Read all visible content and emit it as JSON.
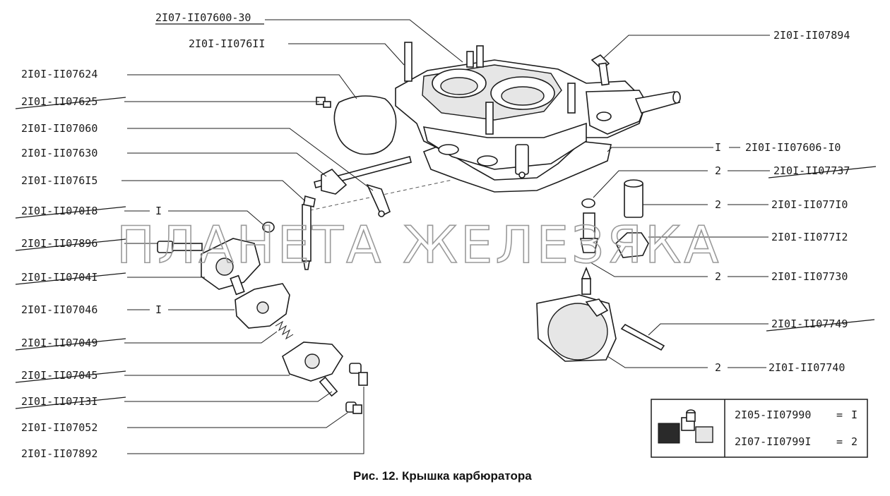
{
  "watermark": "ПЛАНЕТА ЖЕЛЕЗЯКА",
  "caption": "Рис. 12. Крышка карбюратора",
  "labels_left": [
    {
      "code": "2I07-II07600-30",
      "qty": "",
      "struck": false,
      "underlined": true
    },
    {
      "code": "2I0I-II076II",
      "qty": "",
      "struck": false,
      "underlined": false
    },
    {
      "code": "2I0I-II07624",
      "qty": "",
      "struck": false,
      "underlined": false
    },
    {
      "code": "2I0I-II07625",
      "qty": "",
      "struck": true,
      "underlined": false
    },
    {
      "code": "2I0I-II07060",
      "qty": "",
      "struck": false,
      "underlined": false
    },
    {
      "code": "2I0I-II07630",
      "qty": "",
      "struck": false,
      "underlined": false
    },
    {
      "code": "2I0I-II076I5",
      "qty": "",
      "struck": false,
      "underlined": false
    },
    {
      "code": "2I0I-II070I8",
      "qty": "I",
      "struck": true,
      "underlined": false
    },
    {
      "code": "2I0I-II07896",
      "qty": "",
      "struck": true,
      "underlined": false
    },
    {
      "code": "2I0I-II0704I",
      "qty": "",
      "struck": true,
      "underlined": false
    },
    {
      "code": "2I0I-II07046",
      "qty": "I",
      "struck": false,
      "underlined": false
    },
    {
      "code": "2I0I-II07049",
      "qty": "",
      "struck": true,
      "underlined": false
    },
    {
      "code": "2I0I-II07045",
      "qty": "",
      "struck": true,
      "underlined": false
    },
    {
      "code": "2I0I-II07I3I",
      "qty": "",
      "struck": true,
      "underlined": false
    },
    {
      "code": "2I0I-II07052",
      "qty": "",
      "struck": false,
      "underlined": false
    },
    {
      "code": "2I0I-II07892",
      "qty": "",
      "struck": false,
      "underlined": false
    }
  ],
  "labels_right": [
    {
      "code": "2I0I-II07894",
      "qty": "",
      "struck": false
    },
    {
      "code": "2I0I-II07606-I0",
      "qty": "I",
      "struck": false
    },
    {
      "code": "2I0I-II07737",
      "qty": "2",
      "struck": true
    },
    {
      "code": "2I0I-II077I0",
      "qty": "2",
      "struck": false
    },
    {
      "code": "2I0I-II077I2",
      "qty": "",
      "struck": false
    },
    {
      "code": "2I0I-II07730",
      "qty": "2",
      "struck": false
    },
    {
      "code": "2I0I-II07749",
      "qty": "",
      "struck": true
    },
    {
      "code": "2I0I-II07740",
      "qty": "2",
      "struck": false
    }
  ],
  "kit_box": {
    "rows": [
      {
        "code": "2I05-II07990",
        "sep": "=",
        "qty": "I"
      },
      {
        "code": "2I07-II0799I",
        "sep": "=",
        "qty": "2"
      }
    ],
    "icon": "repair-kit-icon"
  },
  "colors": {
    "ink": "#1a1a1a",
    "watermark": "#9a9a9a",
    "paper": "#ffffff"
  }
}
